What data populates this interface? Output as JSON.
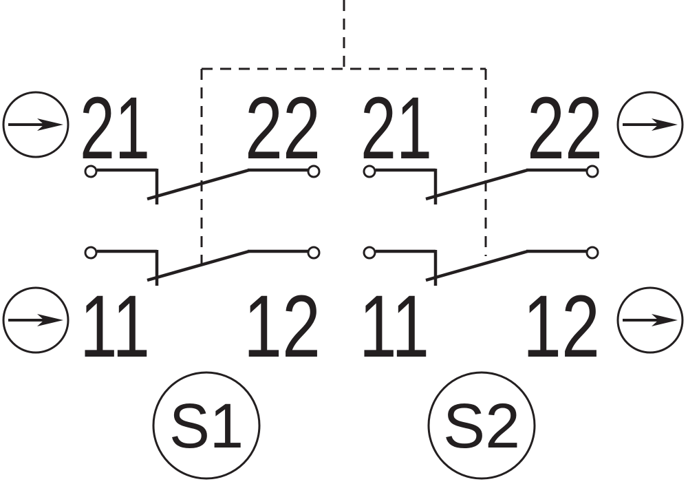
{
  "color": "#231f20",
  "switches": [
    {
      "label": "S1",
      "top_terminals": [
        "21",
        "22"
      ],
      "bottom_terminals": [
        "11",
        "12"
      ]
    },
    {
      "label": "S2",
      "top_terminals": [
        "21",
        "22"
      ],
      "bottom_terminals": [
        "11",
        "12"
      ]
    }
  ],
  "icons": [
    "arrow-circle-icon",
    "arrow-circle-icon",
    "arrow-circle-icon",
    "arrow-circle-icon"
  ]
}
